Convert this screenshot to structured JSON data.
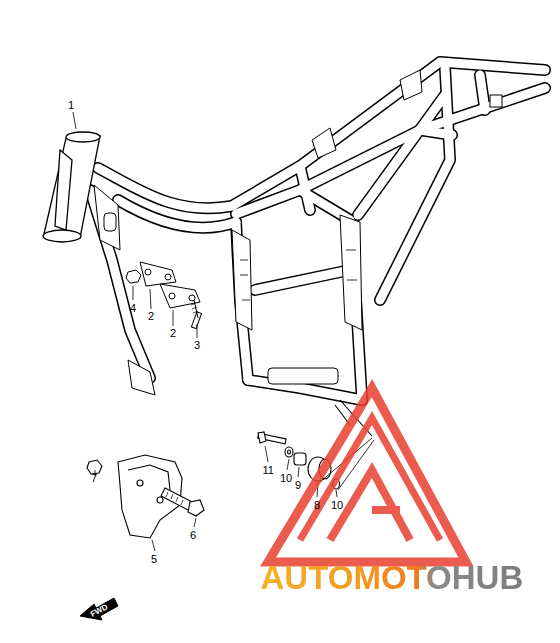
{
  "diagram": {
    "labels": [
      "1",
      "4",
      "2",
      "2",
      "3",
      "7",
      "11",
      "10",
      "9",
      "8",
      "10",
      "5",
      "6",
      "FWD",
      "AUTOMOTOHUB"
    ]
  }
}
